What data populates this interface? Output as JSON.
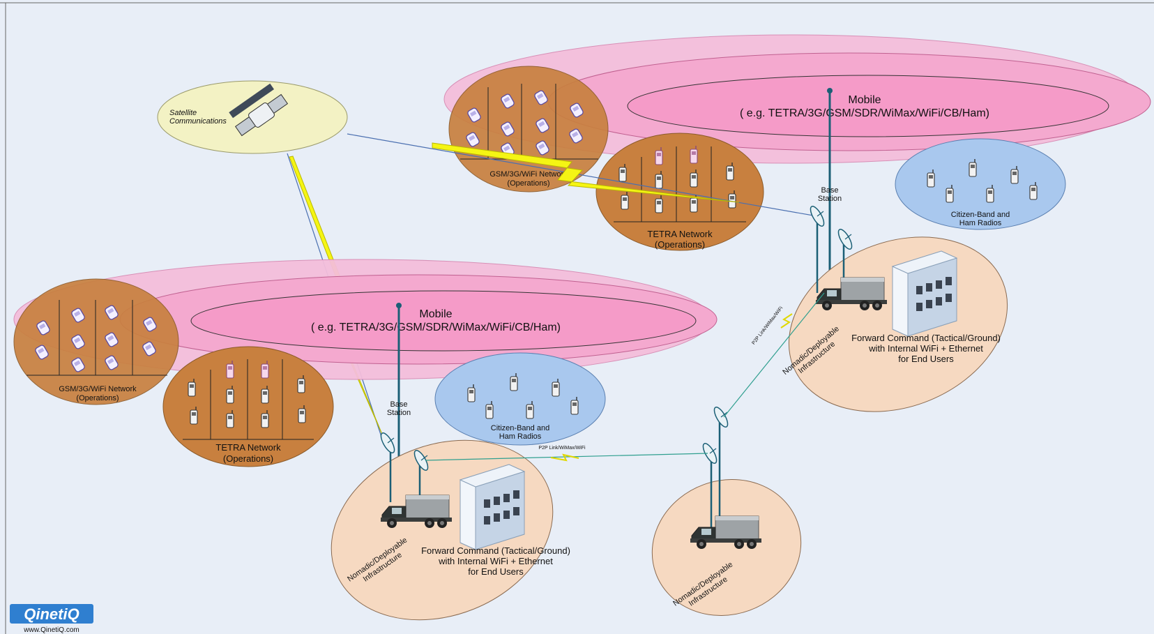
{
  "satellite": {
    "label_line1": "Satellite",
    "label_line2": "Communications"
  },
  "networks": {
    "top": {
      "mobile_title": "Mobile",
      "mobile_subtitle": "( e.g. TETRA/3G/GSM/SDR/WiMax/WiFi/CB/Ham)",
      "gsm_line1": "GSM/3G/WiFi Network",
      "gsm_line2": "(Operations)",
      "tetra_line1": "TETRA Network",
      "tetra_line2": "(Operations)",
      "cb_line1": "Citizen-Band and",
      "cb_line2": "Ham Radios",
      "base_line1": "Base",
      "base_line2": "Station"
    },
    "bottom": {
      "mobile_title": "Mobile",
      "mobile_subtitle": "( e.g. TETRA/3G/GSM/SDR/WiMax/WiFi/CB/Ham)",
      "gsm_line1": "GSM/3G/WiFi Network",
      "gsm_line2": "(Operations)",
      "tetra_line1": "TETRA Network",
      "tetra_line2": "(Operations)",
      "cb_line1": "Citizen-Band and",
      "cb_line2": "Ham Radios",
      "base_line1": "Base",
      "base_line2": "Station"
    }
  },
  "forward_command": {
    "line1": "Forward Command (Tactical/Ground)",
    "line2": "with Internal WiFi + Ethernet",
    "line3": "for End Users"
  },
  "nomadic": {
    "line1": "Nomadic/Deployable",
    "line2": "Infrastructure"
  },
  "links": {
    "p2p_bottom": "P2P Link/WiMax/WiFi",
    "p2p_right": "P2P Link/WiMax/WiFi"
  },
  "logo": {
    "brand": "QinetiQ",
    "url": "www.QinetiQ.com"
  },
  "colors": {
    "background": "#e8eef7",
    "mobile_pink": "#f59bc8",
    "operations_orange": "#c8803f",
    "citizen_blue": "#a9c8ee",
    "satellite_yellow": "#f3f2c4",
    "infra_peach": "#f6d9c1",
    "lightning_yellow": "#f5f514",
    "brand_blue": "#2f7fd0"
  }
}
